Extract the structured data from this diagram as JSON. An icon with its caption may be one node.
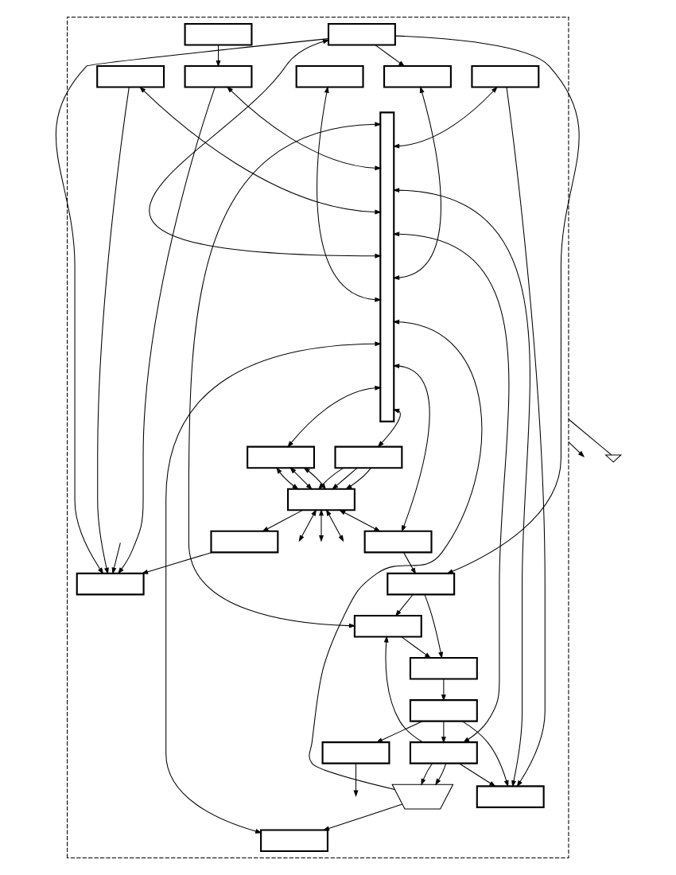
{
  "diagram": {
    "nodes": [
      {
        "text": [],
        "shape": "box"
      },
      {
        "text": [],
        "shape": "ground"
      },
      {
        "text": [],
        "shape": "bar",
        "in": 0
      },
      {
        "text": [],
        "shape": "box",
        "in": 0
      },
      {
        "text": [],
        "shape": "box",
        "in": 0
      },
      {
        "text": [],
        "shape": "box",
        "in": 0
      },
      {
        "text": [],
        "shape": "box",
        "in": 0
      },
      {
        "text": [],
        "shape": "box",
        "in": 0
      },
      {
        "text": [],
        "shape": "box",
        "in": 0
      },
      {
        "text": [],
        "shape": "box",
        "in": 0
      },
      {
        "text": [],
        "shape": "box",
        "in": 0
      },
      {
        "text": [],
        "shape": "box",
        "in": 0
      },
      {
        "text": [],
        "shape": "box",
        "in": 0
      },
      {
        "text": [],
        "shape": "box",
        "in": 0
      },
      {
        "text": [],
        "shape": "box",
        "in": 0
      },
      {
        "text": [],
        "shape": "box",
        "in": 0
      },
      {
        "text": [],
        "shape": "trapezoid",
        "in": 0
      },
      {
        "text": [],
        "shape": "box",
        "in": 0
      },
      {
        "text": [],
        "shape": "box",
        "in": 0
      },
      {
        "text": [],
        "shape": "box",
        "in": 0
      },
      {
        "text": [],
        "shape": "box",
        "in": 0
      },
      {
        "text": [],
        "shape": "box",
        "in": 0
      },
      {
        "text": [],
        "shape": "box",
        "in": 0
      },
      {
        "text": [],
        "shape": "box",
        "in": 0
      },
      {
        "text": [],
        "shape": "box",
        "in": 0
      }
    ],
    "edges": [
      {
        "from": 0,
        "to": null,
        "arrow": "to"
      },
      {
        "from": 0,
        "to": 1,
        "arrow": "none"
      },
      {
        "from": 4,
        "to": 2,
        "arrow": "both"
      },
      {
        "from": 5,
        "to": 2,
        "arrow": "both"
      },
      {
        "from": 6,
        "to": 2,
        "arrow": "both"
      },
      {
        "from": 9,
        "to": 2,
        "arrow": "both"
      },
      {
        "from": 10,
        "to": 2,
        "arrow": "both"
      },
      {
        "from": 11,
        "to": 2,
        "arrow": "both"
      },
      {
        "from": 12,
        "to": 2,
        "arrow": "both"
      },
      {
        "from": 15,
        "to": 2,
        "arrow": "both"
      },
      {
        "from": 17,
        "to": 2,
        "arrow": "both"
      },
      {
        "from": 16,
        "to": 2,
        "arrow": "to"
      },
      {
        "from": 18,
        "to": 2,
        "arrow": "both"
      },
      {
        "from": 20,
        "to": 2,
        "arrow": "both"
      },
      {
        "from": 3,
        "to": 6,
        "arrow": "to"
      },
      {
        "from": 6,
        "to": 7,
        "arrow": "to"
      },
      {
        "from": 10,
        "to": 7,
        "arrow": "to"
      },
      {
        "from": 12,
        "to": 7,
        "arrow": "to"
      },
      {
        "from": 12,
        "to": 15,
        "arrow": "to"
      },
      {
        "from": 12,
        "to": 19,
        "arrow": "to"
      },
      {
        "from": 21,
        "to": 7,
        "arrow": "to"
      },
      {
        "from": null,
        "to": 7,
        "arrow": "to"
      },
      {
        "from": 4,
        "to": 8,
        "arrow": "to"
      },
      {
        "from": 8,
        "to": 13,
        "arrow": "to"
      },
      {
        "from": 13,
        "to": 14,
        "arrow": "to"
      },
      {
        "from": 14,
        "to": null,
        "arrow": "to"
      },
      {
        "from": 13,
        "to": 9,
        "arrow": "to"
      },
      {
        "from": 13,
        "to": 11,
        "arrow": "to"
      },
      {
        "from": 11,
        "to": 4,
        "arrow": "to"
      },
      {
        "from": 11,
        "to": 9,
        "arrow": "to"
      },
      {
        "from": 5,
        "to": 9,
        "arrow": "to"
      },
      {
        "from": 11,
        "to": 16,
        "arrow": "to"
      },
      {
        "from": 11,
        "to": 16,
        "arrow": "to"
      },
      {
        "from": 16,
        "to": 18,
        "arrow": "to"
      },
      {
        "from": 19,
        "to": 4,
        "arrow": "to"
      },
      {
        "from": 19,
        "to": 8,
        "arrow": "to"
      },
      {
        "from": 20,
        "to": 19,
        "arrow": "to"
      },
      {
        "from": 24,
        "to": 20,
        "arrow": "both"
      },
      {
        "from": 24,
        "to": 21,
        "arrow": "to"
      },
      {
        "from": 2,
        "to": 22,
        "arrow": "both"
      },
      {
        "from": 2,
        "to": 23,
        "arrow": "both"
      },
      {
        "from": 22,
        "to": 24,
        "arrow": "both"
      },
      {
        "from": 22,
        "to": 24,
        "arrow": "both"
      },
      {
        "from": 22,
        "to": 24,
        "arrow": "both"
      },
      {
        "from": 23,
        "to": 24,
        "arrow": "to"
      },
      {
        "from": 23,
        "to": 24,
        "arrow": "to"
      },
      {
        "from": 23,
        "to": 24,
        "arrow": "to"
      },
      {
        "from": 24,
        "to": null,
        "arrow": "both"
      },
      {
        "from": 24,
        "to": null,
        "arrow": "both"
      },
      {
        "from": 24,
        "to": null,
        "arrow": "both"
      }
    ]
  }
}
